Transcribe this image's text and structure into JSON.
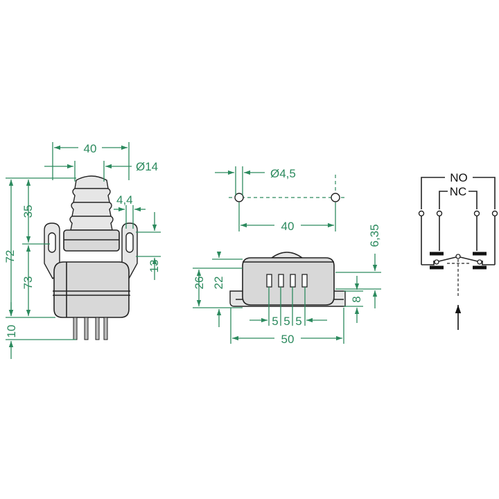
{
  "dims": {
    "d40_top": "40",
    "dia14": "Ø14",
    "d4_4": "4,4",
    "d35": "35",
    "d72": "72",
    "d73": "73",
    "d13": "13",
    "d10": "10",
    "dia4_5": "Ø4,5",
    "d40_mid": "40",
    "d6_35": "6,35",
    "d26": "26",
    "d22": "22",
    "d8": "8",
    "d5a": "5",
    "d5b": "5",
    "d5c": "5",
    "d50": "50"
  },
  "schematic": {
    "no_label": "NO",
    "nc_label": "NC"
  },
  "colors": {
    "dimension": "#2c8a5e",
    "outline": "#222222"
  }
}
